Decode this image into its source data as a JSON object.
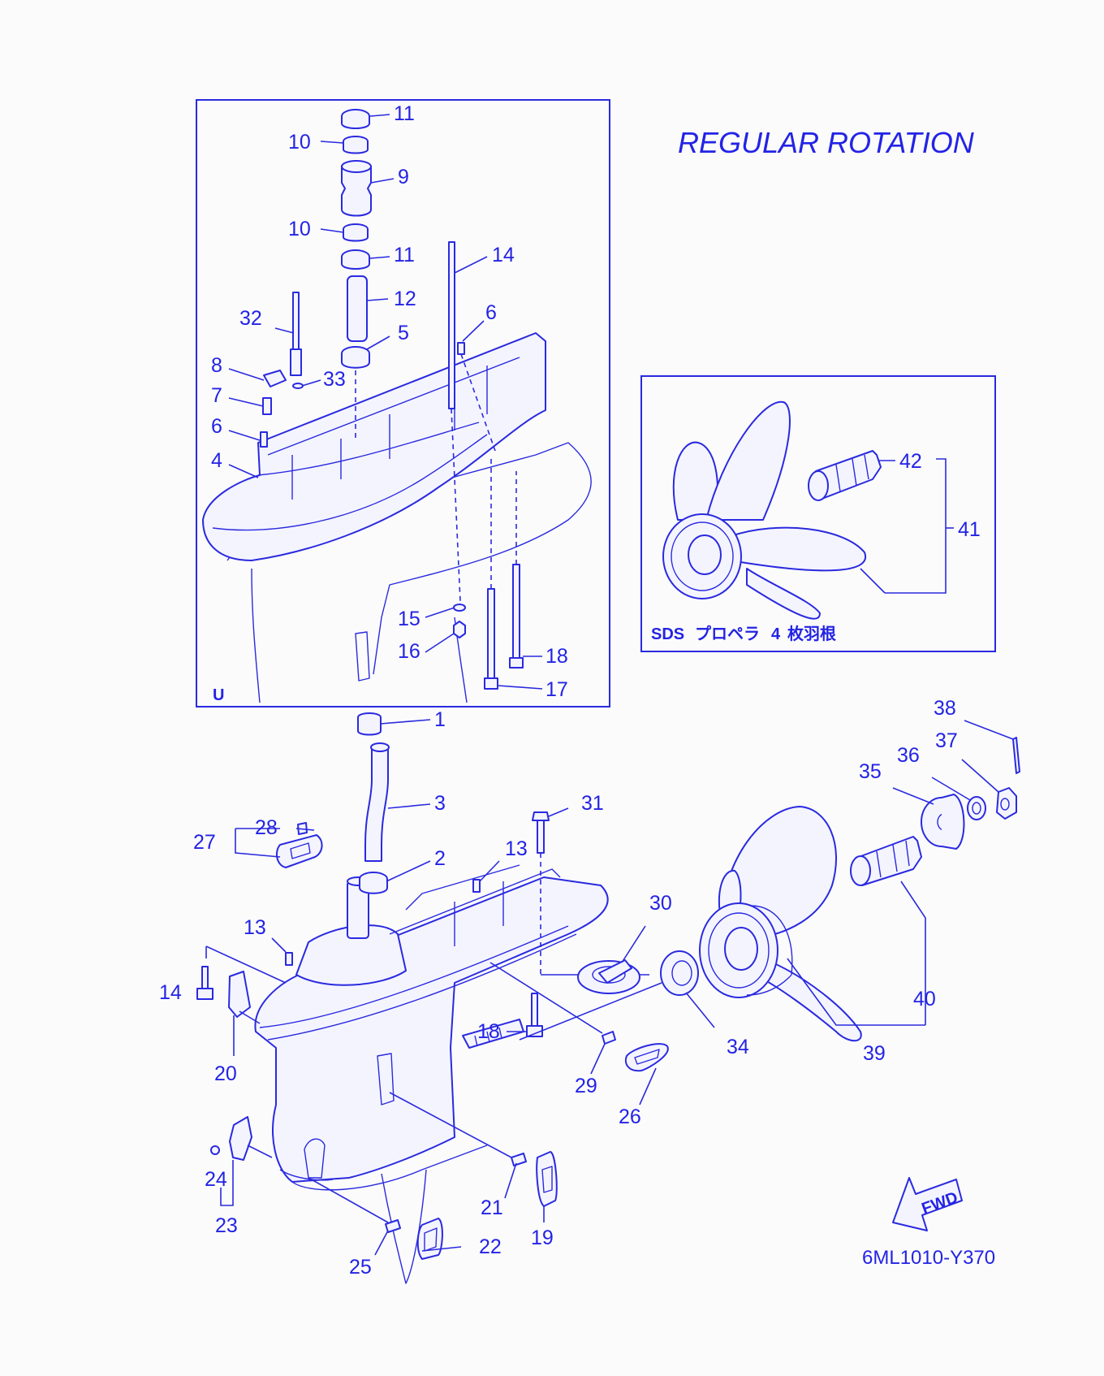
{
  "title": "REGULAR ROTATION",
  "diagram_code": "6ML1010-Y370",
  "inset_upper": {
    "corner_label": "U"
  },
  "inset_propeller": {
    "label_prefix": "SDS",
    "label_name": "プロペラ",
    "label_count": "4",
    "label_suffix": "枚羽根"
  },
  "fwd_label": "FWD",
  "callouts": {
    "c1": "1",
    "c2": "2",
    "c3": "3",
    "c4": "4",
    "c5": "5",
    "c6a": "6",
    "c6b": "6",
    "c7": "7",
    "c8": "8",
    "c9": "9",
    "c10a": "10",
    "c10b": "10",
    "c11a": "11",
    "c11b": "11",
    "c12": "12",
    "c13a": "13",
    "c13b": "13",
    "c14a": "14",
    "c14b": "14",
    "c15": "15",
    "c16": "16",
    "c17": "17",
    "c18a": "18",
    "c18b": "18",
    "c19": "19",
    "c20": "20",
    "c21": "21",
    "c22": "22",
    "c23": "23",
    "c24": "24",
    "c25": "25",
    "c26": "26",
    "c27": "27",
    "c28": "28",
    "c29": "29",
    "c30": "30",
    "c31": "31",
    "c32": "32",
    "c33": "33",
    "c34": "34",
    "c35": "35",
    "c36": "36",
    "c37": "37",
    "c38": "38",
    "c39": "39",
    "c40": "40",
    "c41": "41",
    "c42": "42"
  },
  "colors": {
    "ink": "#2323e6",
    "paper": "#fbfbfb"
  }
}
